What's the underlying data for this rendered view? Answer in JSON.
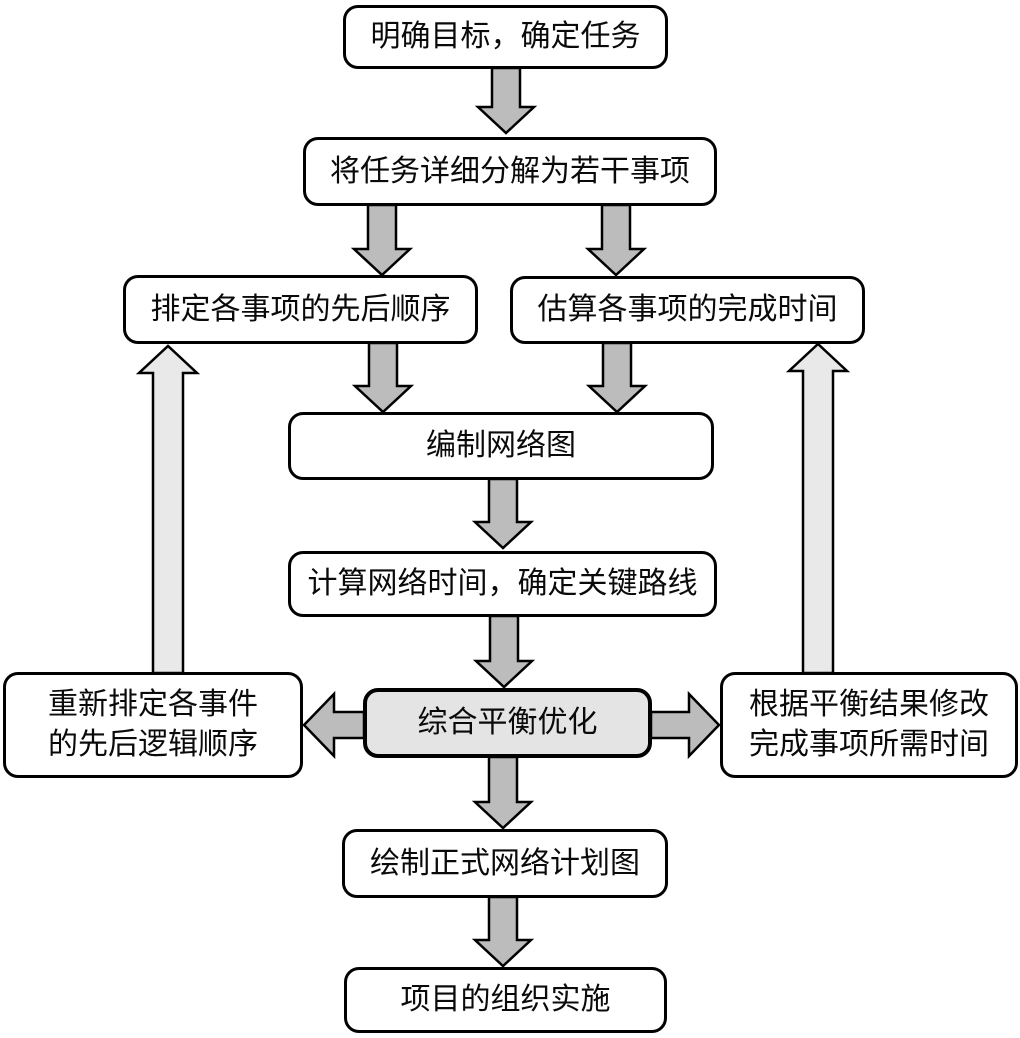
{
  "diagram": {
    "type": "flowchart",
    "language": "zh-CN",
    "colors": {
      "box_fill": "#ffffff",
      "highlight_fill": "#e4e4e4",
      "arrow_fill": "#bcbcbc",
      "feedback_arrow_fill": "#e9e9e9",
      "border": "#000000"
    },
    "nodes": {
      "n1": {
        "label": "明确目标，确定任务"
      },
      "n2": {
        "label": "将任务详细分解为若干事项"
      },
      "n3a": {
        "label": "排定各事项的先后顺序"
      },
      "n3b": {
        "label": "估算各事项的完成时间"
      },
      "n4": {
        "label": "编制网络图"
      },
      "n5": {
        "label": "计算网络时间，确定关键路线"
      },
      "n6": {
        "label": "综合平衡优化"
      },
      "nL": {
        "label": "重新排定各事件\n的先后逻辑顺序"
      },
      "nR": {
        "label": "根据平衡结果修改\n完成事项所需时间"
      },
      "n7": {
        "label": "绘制正式网络计划图"
      },
      "n8": {
        "label": "项目的组织实施"
      }
    },
    "edges": [
      {
        "from": "明确目标，确定任务",
        "to": "将任务详细分解为若干事项",
        "direction": "down"
      },
      {
        "from": "将任务详细分解为若干事项",
        "to": "排定各事项的先后顺序",
        "direction": "down"
      },
      {
        "from": "将任务详细分解为若干事项",
        "to": "估算各事项的完成时间",
        "direction": "down"
      },
      {
        "from": "排定各事项的先后顺序",
        "to": "编制网络图",
        "direction": "down"
      },
      {
        "from": "估算各事项的完成时间",
        "to": "编制网络图",
        "direction": "down"
      },
      {
        "from": "编制网络图",
        "to": "计算网络时间，确定关键路线",
        "direction": "down"
      },
      {
        "from": "计算网络时间，确定关键路线",
        "to": "综合平衡优化",
        "direction": "down"
      },
      {
        "from": "综合平衡优化",
        "to": "重新排定各事件的先后逻辑顺序",
        "direction": "left"
      },
      {
        "from": "综合平衡优化",
        "to": "根据平衡结果修改完成事项所需时间",
        "direction": "right"
      },
      {
        "from": "重新排定各事件的先后逻辑顺序",
        "to": "排定各事项的先后顺序",
        "direction": "up"
      },
      {
        "from": "根据平衡结果修改完成事项所需时间",
        "to": "估算各事项的完成时间",
        "direction": "up"
      },
      {
        "from": "综合平衡优化",
        "to": "绘制正式网络计划图",
        "direction": "down"
      },
      {
        "from": "绘制正式网络计划图",
        "to": "项目的组织实施",
        "direction": "down"
      }
    ]
  }
}
